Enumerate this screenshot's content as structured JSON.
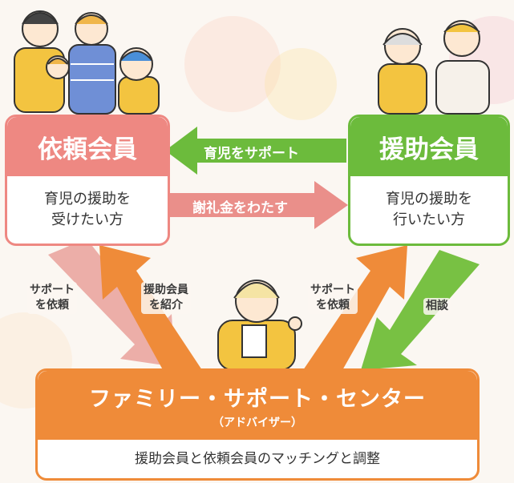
{
  "requester": {
    "title": "依頼会員",
    "description_line1": "育児の援助を",
    "description_line2": "受けたい方"
  },
  "helper": {
    "title": "援助会員",
    "description_line1": "育児の援助を",
    "description_line2": "行いたい方"
  },
  "arrows": {
    "helper_to_requester": "育児をサポート",
    "requester_to_helper": "謝礼金をわたす",
    "requester_to_center_line1": "サポート",
    "requester_to_center_line2": "を依頼",
    "center_to_requester_line1": "援助会員",
    "center_to_requester_line2": "を紹介",
    "center_to_helper_line1": "サポート",
    "center_to_helper_line2": "を依頼",
    "helper_to_center": "相談"
  },
  "center": {
    "title": "ファミリー・サポート・センター",
    "subtitle": "（アドバイザー）",
    "description": "援助会員と依頼会員のマッチングと調整"
  },
  "colors": {
    "requester": "#ee8882",
    "helper": "#6cbb3c",
    "center": "#ef8b39",
    "requester_arrow": "#e98a84"
  }
}
